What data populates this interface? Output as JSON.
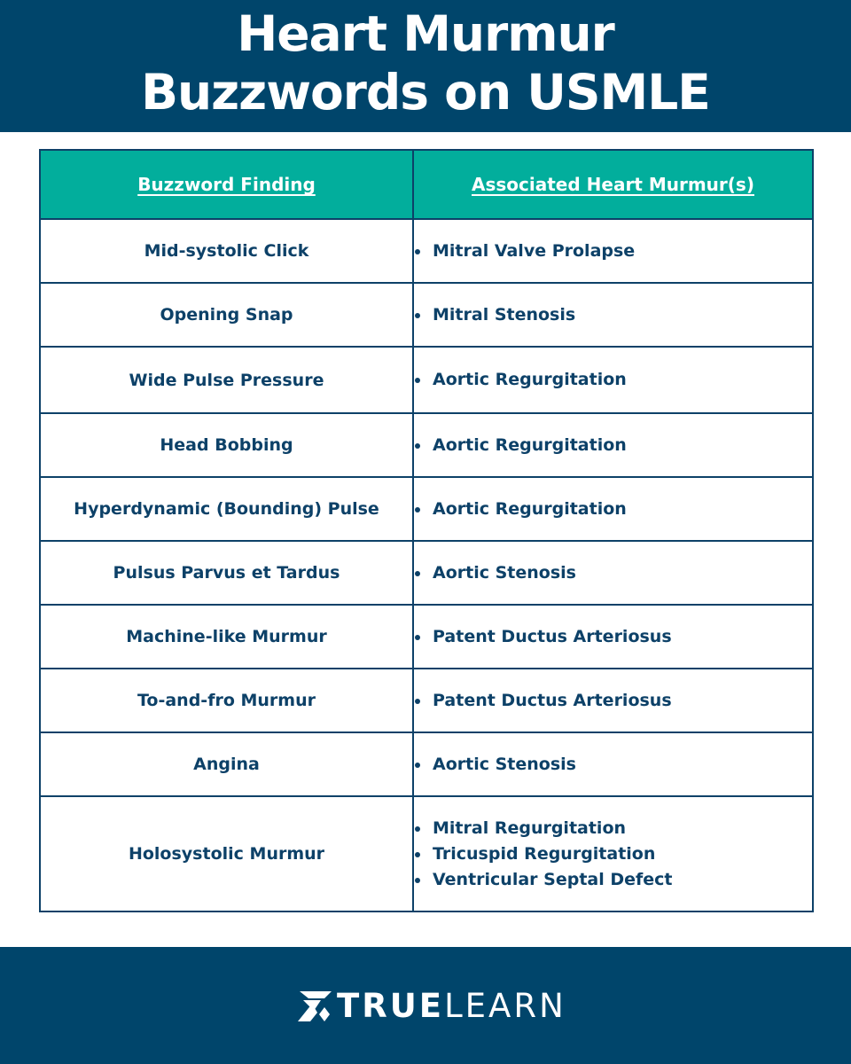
{
  "title": {
    "line1": "Heart Murmur",
    "line2": "Buzzwords on USMLE"
  },
  "table": {
    "headers": [
      "Buzzword Finding",
      "Associated Heart Murmur(s)"
    ],
    "rows": [
      {
        "finding": "Mid-systolic Click",
        "murmurs": [
          "Mitral Valve Prolapse"
        ]
      },
      {
        "finding": "Opening Snap",
        "murmurs": [
          "Mitral Stenosis"
        ]
      },
      {
        "finding": "Wide Pulse Pressure",
        "murmurs": [
          "Aortic Regurgitation"
        ]
      },
      {
        "finding": "Head Bobbing",
        "murmurs": [
          "Aortic Regurgitation"
        ]
      },
      {
        "finding": "Hyperdynamic (Bounding) Pulse",
        "murmurs": [
          "Aortic Regurgitation"
        ]
      },
      {
        "finding": "Pulsus Parvus et Tardus",
        "murmurs": [
          "Aortic Stenosis"
        ]
      },
      {
        "finding": "Machine-like Murmur",
        "murmurs": [
          "Patent Ductus Arteriosus"
        ]
      },
      {
        "finding": "To-and-fro Murmur",
        "murmurs": [
          "Patent Ductus Arteriosus"
        ]
      },
      {
        "finding": "Angina",
        "murmurs": [
          "Aortic Stenosis"
        ]
      },
      {
        "finding": "Holosystolic Murmur",
        "murmurs": [
          "Mitral Regurgitation",
          "Tricuspid Regurgitation",
          "Ventricular Septal Defect"
        ]
      }
    ]
  },
  "footer": {
    "logo_bold": "TRUE",
    "logo_light": "LEARN",
    "logo_icon": "truelearn-mark-icon"
  },
  "colors": {
    "navy": "#00456b",
    "teal": "#02ae9c",
    "text": "#0d4168"
  }
}
